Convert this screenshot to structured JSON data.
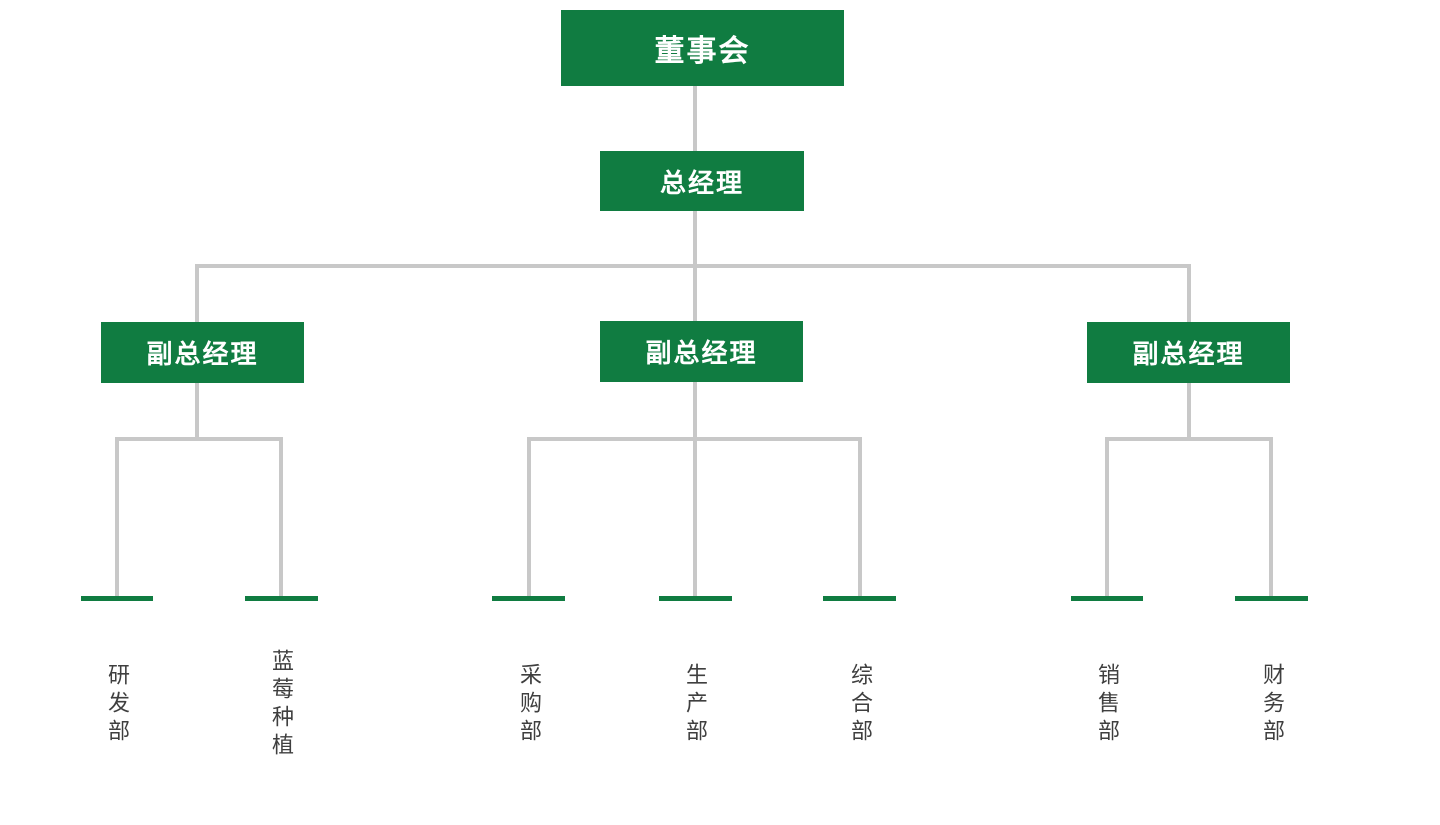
{
  "diagram": {
    "type": "org-chart",
    "colors": {
      "node_fill": "#107c41",
      "node_text": "#ffffff",
      "connector": "#c8c8c8",
      "leaf_text": "#3f3f3f",
      "background": "#ffffff"
    },
    "nodes": {
      "board": {
        "label": "董事会"
      },
      "general_manager": {
        "label": "总经理"
      },
      "deputy_managers": [
        {
          "label": "副总经理"
        },
        {
          "label": "副总经理"
        },
        {
          "label": "副总经理"
        }
      ],
      "departments": [
        {
          "label": "研发部"
        },
        {
          "label": "蓝莓种植"
        },
        {
          "label": "采购部"
        },
        {
          "label": "生产部"
        },
        {
          "label": "综合部"
        },
        {
          "label": "销售部"
        },
        {
          "label": "财务部"
        }
      ]
    },
    "hierarchy": {
      "label": "董事会",
      "children": [
        {
          "label": "总经理",
          "children": [
            {
              "label": "副总经理",
              "children": [
                {
                  "label": "研发部"
                },
                {
                  "label": "蓝莓种植"
                }
              ]
            },
            {
              "label": "副总经理",
              "children": [
                {
                  "label": "采购部"
                },
                {
                  "label": "生产部"
                },
                {
                  "label": "综合部"
                }
              ]
            },
            {
              "label": "副总经理",
              "children": [
                {
                  "label": "销售部"
                },
                {
                  "label": "财务部"
                }
              ]
            }
          ]
        }
      ]
    }
  }
}
